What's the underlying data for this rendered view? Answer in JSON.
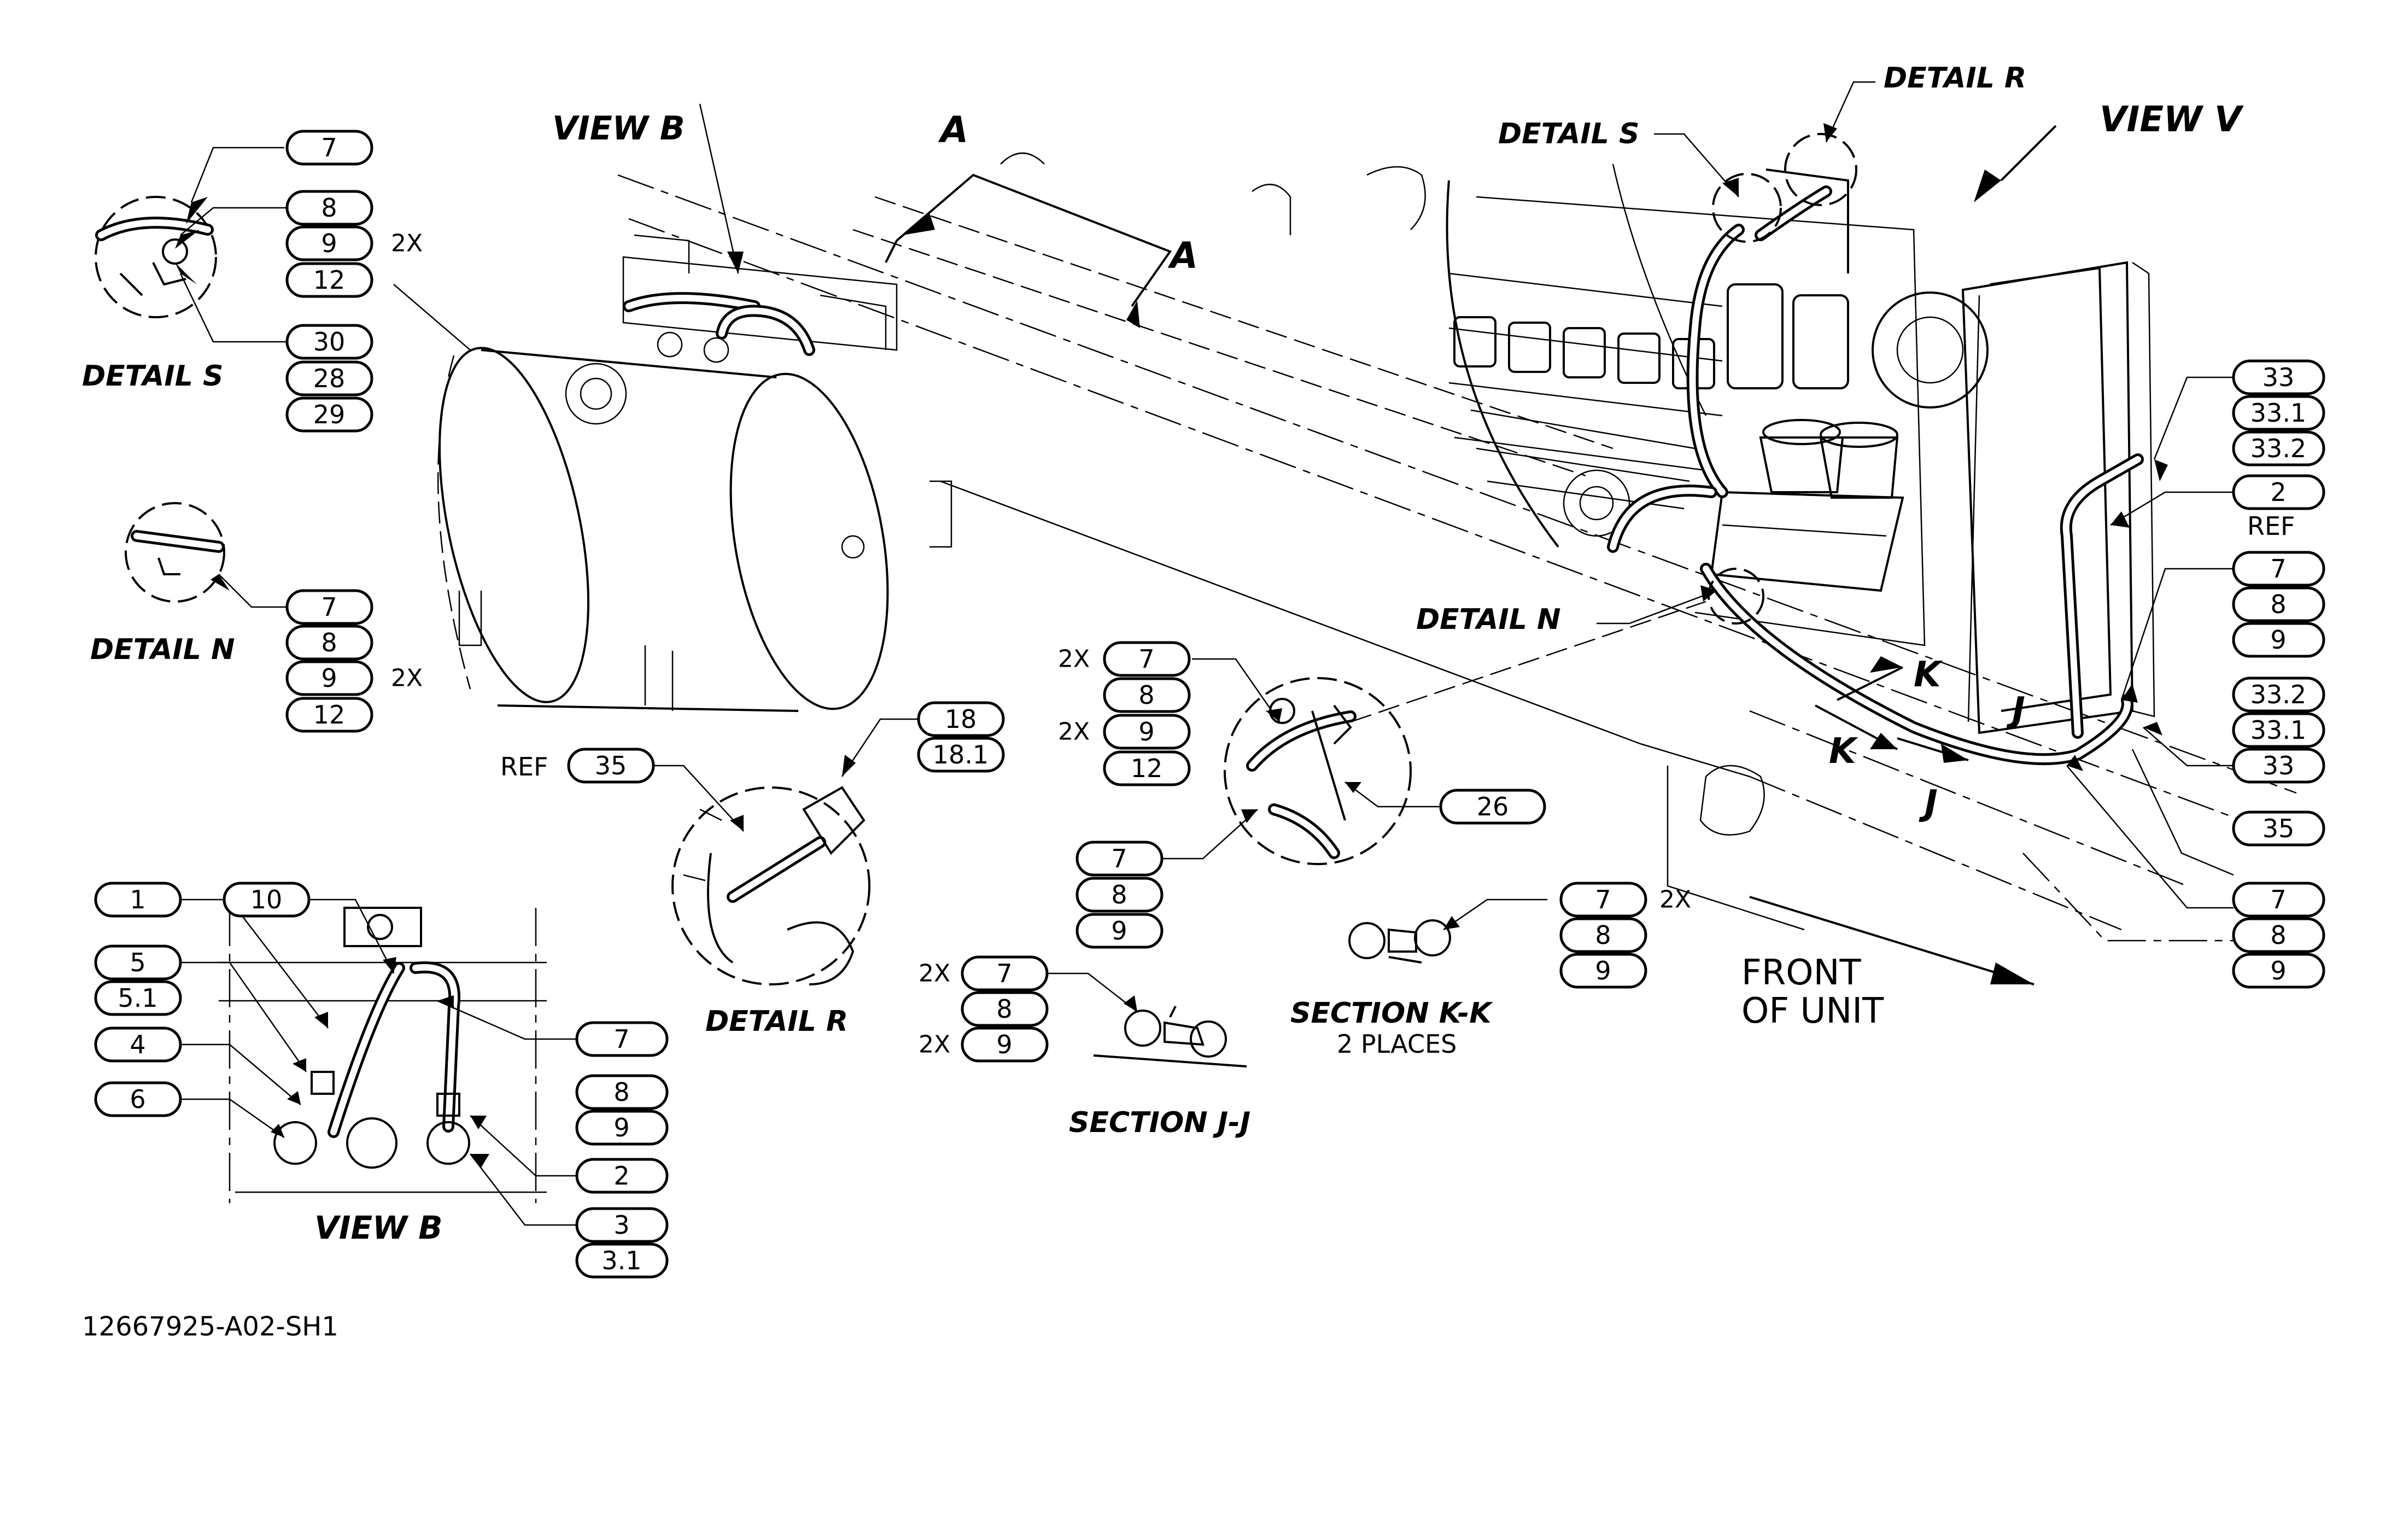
{
  "labels": {
    "view_b_top": "VIEW B",
    "view_v": "VIEW V",
    "section_a_1": "A",
    "section_a_2": "A",
    "detail_r_top": "DETAIL R",
    "detail_s_top": "DETAIL S",
    "detail_s_left": "DETAIL S",
    "detail_n_left": "DETAIL N",
    "detail_n_mid": "DETAIL N",
    "detail_r_bottom": "DETAIL R",
    "view_b_bottom": "VIEW B",
    "section_jj": "SECTION J-J",
    "section_kk": "SECTION K-K",
    "section_kk_sub": "2 PLACES",
    "k_1": "K",
    "k_2": "K",
    "j_1": "J",
    "j_2": "J",
    "front_1": "FRONT",
    "front_2": "OF UNIT",
    "ref_35": "REF",
    "ref_2": "REF",
    "drawing_number": "12667925-A02-SH1"
  },
  "multipliers": {
    "s_9": "2X",
    "n_9": "2X",
    "c_7": "2X",
    "c_9": "2X",
    "jj_7": "2X",
    "jj_9": "2X",
    "kk_7": "2X"
  },
  "balloons": {
    "s7": "7",
    "s8": "8",
    "s9": "9",
    "s12": "12",
    "s30": "30",
    "s28": "28",
    "s29": "29",
    "n7": "7",
    "n8": "8",
    "n9": "9",
    "n12": "12",
    "r35": "35",
    "r18": "18",
    "r18_1": "18.1",
    "c7": "7",
    "c8": "8",
    "c9": "9",
    "c12": "12",
    "c26": "26",
    "c7b": "7",
    "c8b": "8",
    "c9b": "9",
    "kk7": "7",
    "kk8": "8",
    "kk9": "9",
    "jj7": "7",
    "jj8": "8",
    "jj9": "9",
    "b1": "1",
    "b10": "10",
    "b5": "5",
    "b5_1": "5.1",
    "b4": "4",
    "b6": "6",
    "b7": "7",
    "b8": "8",
    "b9": "9",
    "b2": "2",
    "b3": "3",
    "b3_1": "3.1",
    "v33": "33",
    "v33_1": "33.1",
    "v33_2": "33.2",
    "v2": "2",
    "v7": "7",
    "v8": "8",
    "v9": "9",
    "v33_2b": "33.2",
    "v33_1b": "33.1",
    "v33b": "33",
    "v35": "35",
    "v7b": "7",
    "v8b": "8",
    "v9b": "9"
  }
}
